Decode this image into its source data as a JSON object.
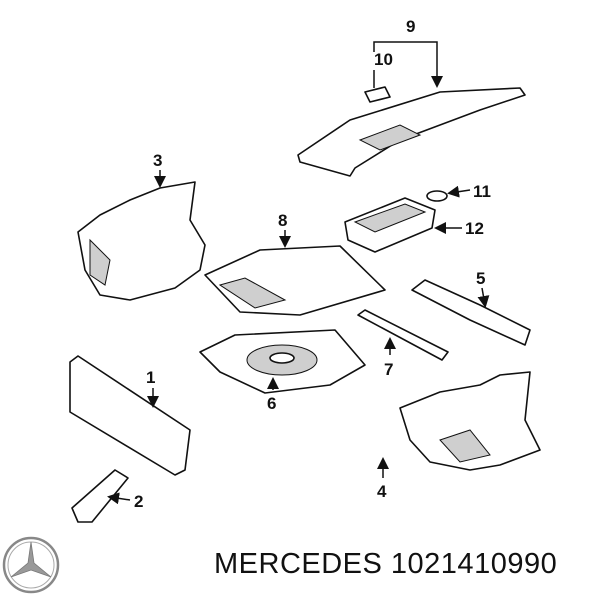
{
  "callouts": {
    "c1": "1",
    "c2": "2",
    "c3": "3",
    "c4": "4",
    "c5": "5",
    "c6": "6",
    "c7": "7",
    "c8": "8",
    "c9": "9",
    "c10": "10",
    "c11": "11",
    "c12": "12"
  },
  "footer": {
    "brand": "MERCEDES",
    "part_number": "1021410990"
  },
  "logo": {
    "name": "mercedes-star-logo"
  }
}
